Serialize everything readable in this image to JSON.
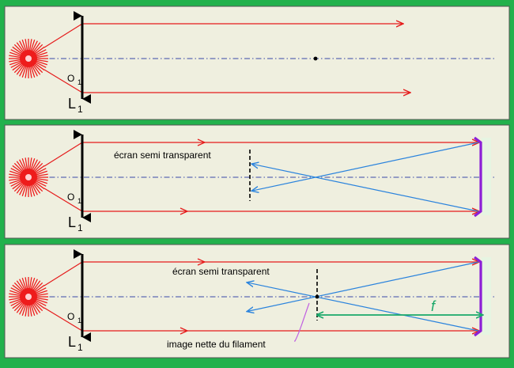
{
  "colors": {
    "frame": "#22b14c",
    "panel": "#efefdf",
    "panel_border": "#555555",
    "ray": "#e51b1b",
    "reflected": "#2a83dd",
    "axis": "#3a4aa8",
    "lens": "#000000",
    "mirror": "#8b1fd6",
    "mirror_back": "#e6f5e2",
    "focal": "#1aa86a",
    "pointer": "#c060e0",
    "source": "#ee1c1c"
  },
  "labels": {
    "center": "O",
    "center_sub": "1",
    "lens": "L",
    "lens_sub": "1",
    "screen": "écran  semi  transparent",
    "image": "image nette du filament",
    "focal": "f"
  },
  "panels": [
    {
      "id": "panel-1",
      "screen": false,
      "mirror": false,
      "image": false
    },
    {
      "id": "panel-2",
      "screen": true,
      "mirror": true,
      "image": false
    },
    {
      "id": "panel-3",
      "screen": true,
      "mirror": true,
      "image": true
    }
  ]
}
